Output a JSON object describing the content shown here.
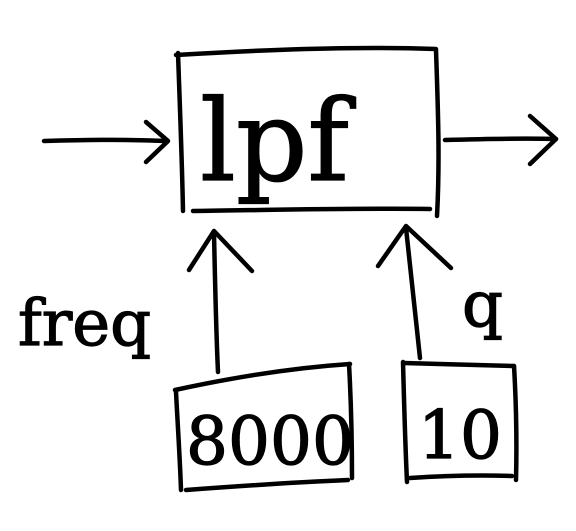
{
  "diagram": {
    "filter_node": {
      "label": "lpf"
    },
    "params": [
      {
        "name": "freq",
        "value": "8000"
      },
      {
        "name": "q",
        "value": "10"
      }
    ],
    "ink_color": "#000000",
    "background_color": "#ffffff"
  }
}
